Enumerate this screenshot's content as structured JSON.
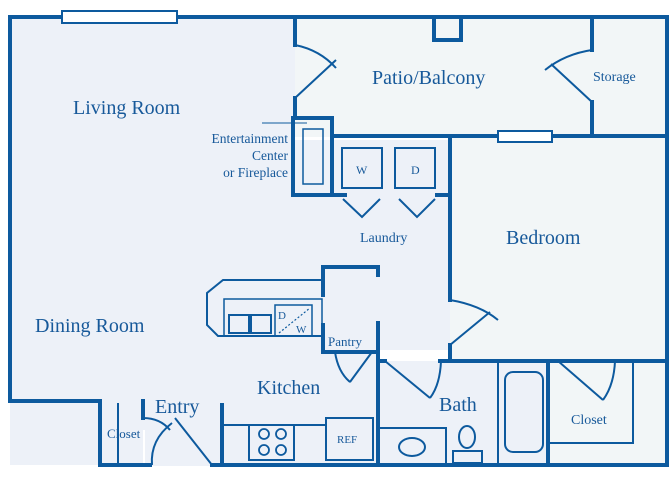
{
  "colors": {
    "wall": "#0d5a9e",
    "text": "#17599a",
    "interior_fill": "#edf1f8",
    "exterior_fill": "#f2f6f7"
  },
  "rooms": {
    "living_room": "Living Room",
    "entertainment": [
      "Entertainment",
      "Center",
      "or Fireplace"
    ],
    "patio": "Patio/Balcony",
    "storage": "Storage",
    "washer": "W",
    "dryer": "D",
    "laundry": "Laundry",
    "bedroom": "Bedroom",
    "dining_room": "Dining Room",
    "dishwasher_d": "D",
    "dishwasher_w": "W",
    "pantry": "Pantry",
    "kitchen": "Kitchen",
    "entry": "Entry",
    "entry_closet": "Closet",
    "refrigerator": "REF",
    "bath": "Bath",
    "bedroom_closet": "Closet"
  }
}
